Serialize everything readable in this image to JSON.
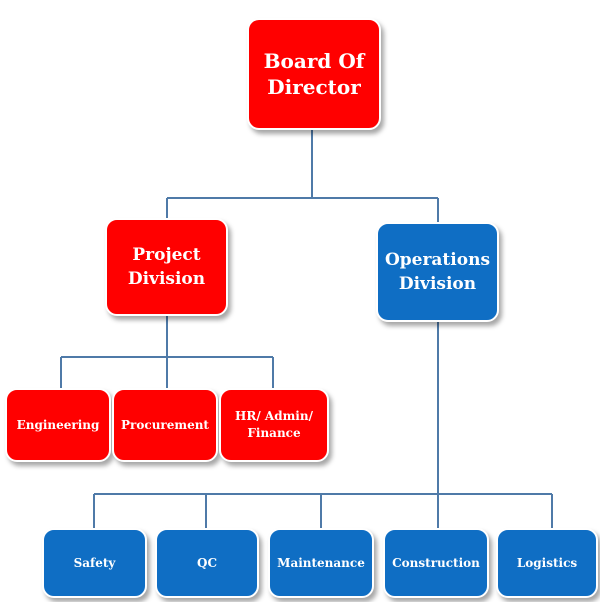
{
  "board": {
    "line1": "Board Of",
    "line2": "Director"
  },
  "project_division": {
    "line1": "Project",
    "line2": "Division"
  },
  "operations_division": {
    "line1": "Operations",
    "line2": "Division"
  },
  "project_units": [
    {
      "line1": "Engineering"
    },
    {
      "line1": "Procurement"
    },
    {
      "line1": "HR/ Admin/",
      "line2": "Finance"
    }
  ],
  "operations_units": [
    {
      "label": "Safety"
    },
    {
      "label": "QC"
    },
    {
      "label": "Maintenance"
    },
    {
      "label": "Construction"
    },
    {
      "label": "Logistics"
    }
  ],
  "colors": {
    "red": "#ff0000",
    "blue": "#0f6ec4",
    "connector": "#4f7aa8"
  }
}
